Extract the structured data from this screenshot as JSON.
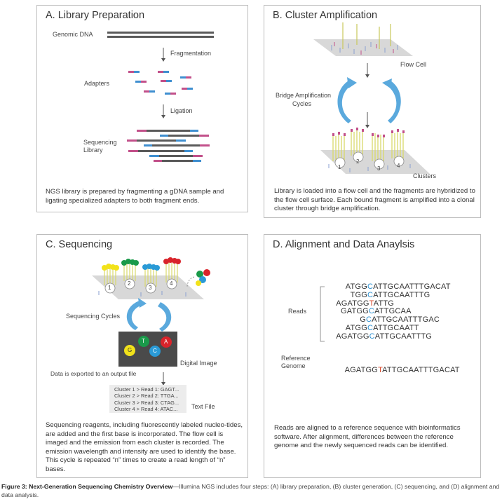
{
  "panelA": {
    "title": "A. Library Preparation",
    "genomic_dna": "Genomic DNA",
    "fragmentation": "Fragmentation",
    "adapters": "Adapters",
    "ligation": "Ligation",
    "seq_library_line1": "Sequencing",
    "seq_library_line2": "Library",
    "description": "NGS library is prepared by fragmenting a gDNA sample and ligating specialized adapters to both fragment ends."
  },
  "panelB": {
    "title": "B. Cluster Amplification",
    "flow_cell": "Flow Cell",
    "bridge_line1": "Bridge Amplification",
    "bridge_line2": "Cycles",
    "clusters": "Clusters",
    "cluster_numbers": [
      "1",
      "2",
      "3",
      "4"
    ],
    "description": "Library is loaded into a flow cell and the fragments are hybridized to the flow cell surface. Each bound fragment is amplified into a clonal cluster through bridge amplification."
  },
  "panelC": {
    "title": "C. Sequencing",
    "cluster_numbers": [
      "1",
      "2",
      "3",
      "4"
    ],
    "sequencing_cycles": "Sequencing Cycles",
    "digital_image": "Digital Image",
    "export_note": "Data is exported to an output file",
    "base_letters": [
      "G",
      "T",
      "A",
      "C"
    ],
    "text_file": "Text File",
    "file_lines": [
      "Cluster 1 > Read 1: GAGT...",
      "Cluster 2 > Read 2: TTGA...",
      "Cluster 3 > Read 3: CTAG...",
      "Cluster 4 > Read 4: ATAC..."
    ],
    "description": "Sequencing reagents, including fluorescently labeled nucleo-tides, are added and the first base is incorporated. The flow cell is imaged and the emission from each cluster is recorded. The emission wavelength and intensity are used to identify the base. This cycle is repeated “n” times to create a read length of “n” bases."
  },
  "panelD": {
    "title": "D. Alignment and Data Anaylsis",
    "reads_label": "Reads",
    "reference_line1": "Reference",
    "reference_line2": "Genome",
    "reads": [
      {
        "pre": "ATGG",
        "mark": "C",
        "post": "ATTGCAATTTGACAT",
        "color": "blue"
      },
      {
        "pre": "TGG",
        "mark": "C",
        "post": "ATTGCAATTTG",
        "color": "blue"
      },
      {
        "pre": "AGATGG",
        "mark": "T",
        "post": "ATTG",
        "color": "red"
      },
      {
        "pre": "GATGG",
        "mark": "C",
        "post": "ATTGCAA",
        "color": "blue"
      },
      {
        "pre": "G",
        "mark": "C",
        "post": "ATTGCAATTTGAC",
        "color": "blue"
      },
      {
        "pre": "ATGG",
        "mark": "C",
        "post": "ATTGCAATT",
        "color": "blue"
      },
      {
        "pre": "AGATGG",
        "mark": "C",
        "post": "ATTGCAATTTG",
        "color": "blue"
      }
    ],
    "reference": {
      "pre": "AGATGG",
      "mark": "T",
      "post": "ATTGCAATTTGACAT",
      "color": "red"
    },
    "description": "Reads are aligned to a reference sequence with bioinformatics software. After alignment, differences between the reference genome and the newly sequenced reads can be identified."
  },
  "caption": {
    "bold": "Figure 3: Next-Generation Sequencing Chemistry Overview",
    "text": "—Illumina NGS includes four steps: (A) library preparation, (B) cluster generation, (C) sequencing, and (D) alignment and data analysis."
  },
  "colors": {
    "adapter_pink": "#c2508a",
    "adapter_blue": "#3f8fd0",
    "dna_gray": "#5a5a5a",
    "arrow_blue": "#5aa9dd",
    "base_green": "#1a9a4a",
    "base_red": "#d9242b",
    "base_yellow": "#f2e21a",
    "base_blue": "#2a9ad6",
    "strand_yellow": "#d9d86a"
  }
}
